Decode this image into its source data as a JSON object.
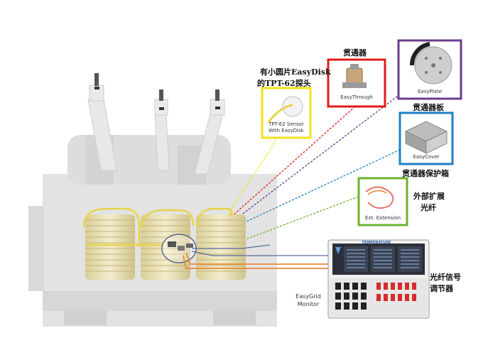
{
  "labels": {
    "easydisk_cn_line1": "有小圆片EasyDisk",
    "easydisk_cn_line2": "的TPT-62探头",
    "easythrough_cn": "贯通器",
    "easyplate_cn": "贯通器板",
    "easycover_cn": "贯通器保护箱",
    "extension_cn_line1": "外部扩展",
    "extension_cn_line2": "光纤",
    "monitor_cn_line1": "光纤信号",
    "monitor_cn_line2": "调节器"
  },
  "boxes": {
    "sensor_caption_line1": "TPT-62 Sensor",
    "sensor_caption_line2": "With EasyDisk",
    "easythrough_caption": "EasyThrough",
    "easyplate_caption": "EasyPlate",
    "easycover_caption": "EasyCover",
    "extension_caption": "Ext. Extension"
  },
  "monitor": {
    "label_line1": "EasyGrid",
    "label_line2": "Monitor",
    "brand": "TEMPERATURE"
  },
  "colors": {
    "sensor_box": "#f2e21a",
    "easythrough_box": "#e21b1b",
    "easyplate_box": "#6a3c8c",
    "easycover_box": "#1f7fc4",
    "extension_box": "#6cb32e",
    "fiber": "#e88a3a",
    "coil_yellow": "#e8d44a"
  }
}
